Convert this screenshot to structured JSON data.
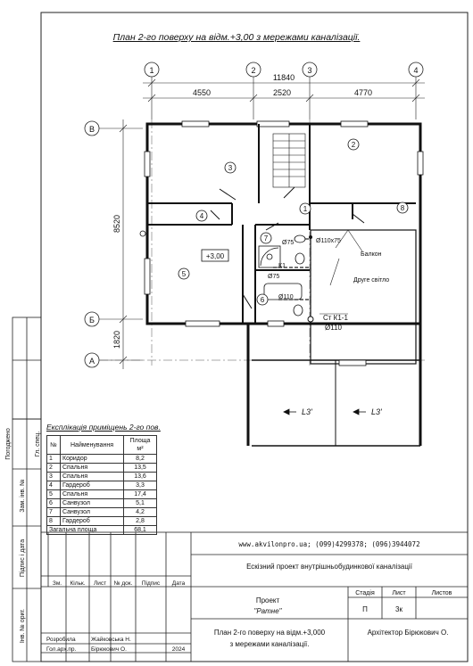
{
  "title": "План 2-го поверху на відм.+3,00 з мережами каналізації.",
  "axes": {
    "numbers": [
      "1",
      "2",
      "3",
      "4"
    ],
    "letters": [
      "В",
      "Б",
      "А"
    ],
    "total_width": "11840",
    "spans": [
      "4550",
      "2520",
      "4770"
    ],
    "vertical_dims": [
      "8520",
      "1820"
    ]
  },
  "rooms": [
    "1",
    "2",
    "3",
    "4",
    "5",
    "6",
    "7",
    "8"
  ],
  "labels": {
    "level": "+3,00",
    "d75a": "Ø75",
    "d110x75": "Ø110x75",
    "k1": "К1",
    "d75b": "Ø75",
    "d110": "Ø110",
    "balcony": "Балкон",
    "second_light": "Друге світло",
    "riser": "Ст К1-1",
    "riser_d": "Ø110",
    "section": "L3'"
  },
  "explication": {
    "title": "Експлікація приміщень 2-го пов.",
    "headers": {
      "num": "№",
      "name": "Найменування",
      "area": "Площа",
      "unit": "м²"
    },
    "rows": [
      {
        "n": "1",
        "name": "Коридор",
        "area": "8,2"
      },
      {
        "n": "2",
        "name": "Спальня",
        "area": "13,5"
      },
      {
        "n": "3",
        "name": "Спальня",
        "area": "13,6"
      },
      {
        "n": "4",
        "name": "Гардероб",
        "area": "3,3"
      },
      {
        "n": "5",
        "name": "Спальня",
        "area": "17,4"
      },
      {
        "n": "6",
        "name": "Санвузол",
        "area": "5,1"
      },
      {
        "n": "7",
        "name": "Санвузол",
        "area": "4,2"
      },
      {
        "n": "8",
        "name": "Гардероб",
        "area": "2,8"
      }
    ],
    "total_label": "Загальна площа",
    "total": "68,1"
  },
  "side_stamp": {
    "agreed": "Погоджено",
    "chief": "Гл. спец.",
    "replace": "Зам. інв. №",
    "sign_date": "Підпис і дата",
    "orig": "Інв. № ориг."
  },
  "stamp": {
    "contacts": "www.akvilonpro.ua; (099)4299378; (096)3944072",
    "doc_title": "Ескізний проект внутрішньобудинкової каналізації",
    "cols": [
      "Зм.",
      "Кільк.",
      "Лист",
      "№ док.",
      "Підпис",
      "Дата"
    ],
    "project": "Проект",
    "project_name": "\"Ратне\"",
    "stage_h": "Стадія",
    "sheet_h": "Лист",
    "sheets_h": "Листов",
    "stage": "П",
    "sheet": "3к",
    "sheet_title_1": "План 2-го поверху на відм.+3,000",
    "sheet_title_2": "з мережами каналізації.",
    "author": "Архітектор Бірюкович О.",
    "role1": "Розробила",
    "name1": "Жайковська Н.",
    "role2": "Гол.арх.пр.",
    "name2": "Бірюкович О.",
    "year": "2024"
  }
}
